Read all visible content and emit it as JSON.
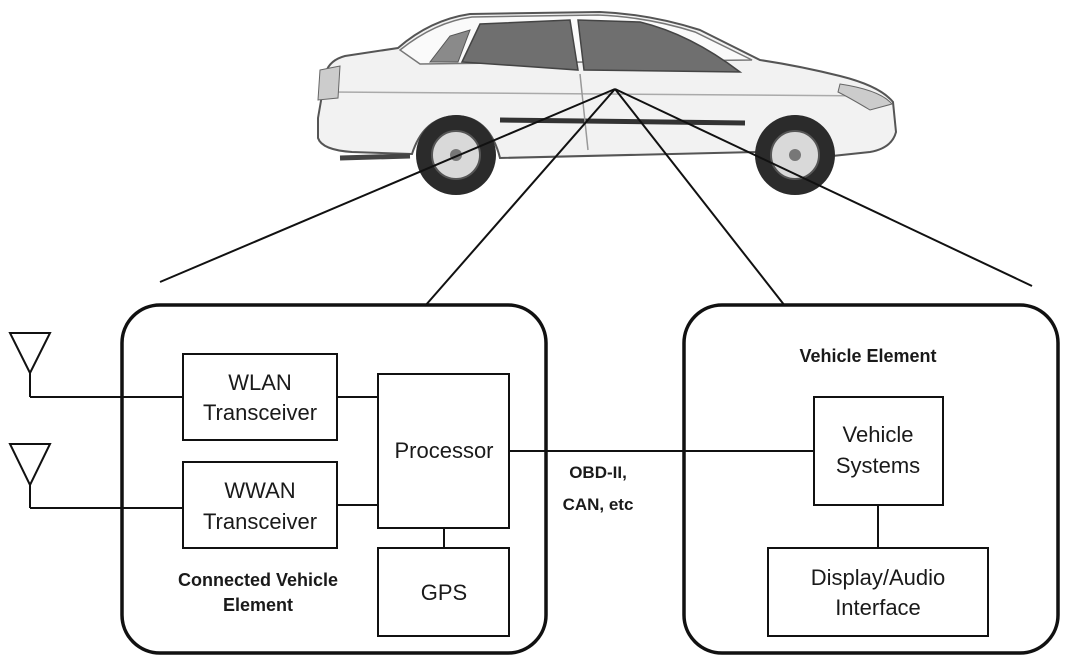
{
  "connected_vehicle_element": {
    "title_line1": "Connected Vehicle",
    "title_line2": "Element",
    "wlan": {
      "line1": "WLAN",
      "line2": "Transceiver"
    },
    "wwan": {
      "line1": "WWAN",
      "line2": "Transceiver"
    },
    "processor": "Processor",
    "gps": "GPS"
  },
  "link_label": {
    "line1": "OBD-II,",
    "line2": "CAN, etc"
  },
  "vehicle_element": {
    "title": "Vehicle Element",
    "systems": {
      "line1": "Vehicle",
      "line2": "Systems"
    },
    "display": {
      "line1": "Display/Audio",
      "line2": "Interface"
    }
  },
  "icons": [
    "car-illustration",
    "antenna-icon",
    "antenna-icon"
  ]
}
